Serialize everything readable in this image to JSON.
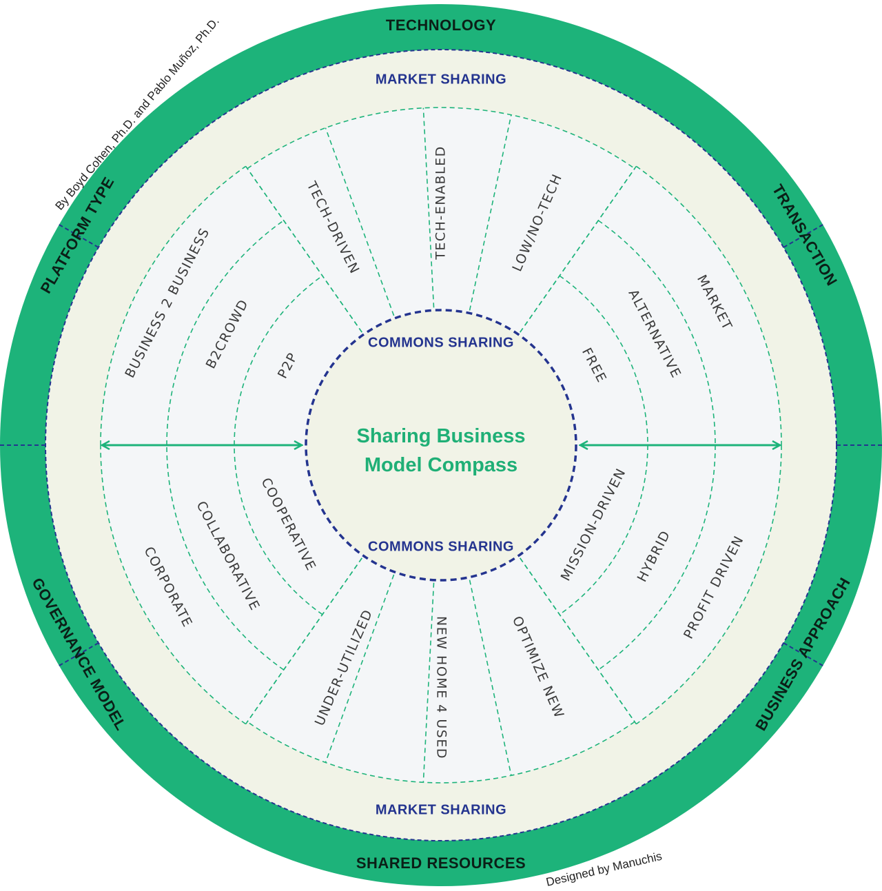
{
  "title_lines": [
    "Sharing Business",
    "Model Compass"
  ],
  "credit_authors": "By Boyd Cohen, Ph.D. and Pablo Muñoz, Ph.D.",
  "credit_designer": "Designed by Manuchis",
  "outer_ring": {
    "technology": "TECHNOLOGY",
    "transaction": "TRANSACTION",
    "business_approach": "BUSINESS APPROACH",
    "shared_resources": "SHARED RESOURCES",
    "governance_model": "GOVERNANCE MODEL",
    "platform_type": "PLATFORM TYPE"
  },
  "market_sharing": {
    "top": "MARKET SHARING",
    "bottom": "MARKET SHARING"
  },
  "commons_sharing": {
    "top": "COMMONS SHARING",
    "bottom": "COMMONS SHARING"
  },
  "segments": {
    "technology": [
      "TECH-DRIVEN",
      "TECH-ENABLED",
      "LOW/NO-TECH"
    ],
    "shared_resources": [
      "UNDER-UTILIZED",
      "NEW HOME  4 USED",
      "OPTIMIZE NEW"
    ],
    "transaction": [
      "MARKET",
      "ALTERNATIVE",
      "FREE"
    ],
    "business_approach": [
      "PROFIT DRIVEN",
      "HYBRID",
      "MISSION-DRIVEN"
    ],
    "governance_model": [
      "CORPORATE",
      "COLLABORATIVE",
      "COOPERATIVE"
    ],
    "platform_type": [
      "BUSINESS 2 BUSINESS",
      "B2CROWD",
      "P2P"
    ]
  },
  "colors": {
    "green": "#1db37a",
    "cream": "#f1f3e7",
    "panel": "#f4f6f8",
    "navy": "#24348f",
    "title_green": "#1faf76"
  }
}
